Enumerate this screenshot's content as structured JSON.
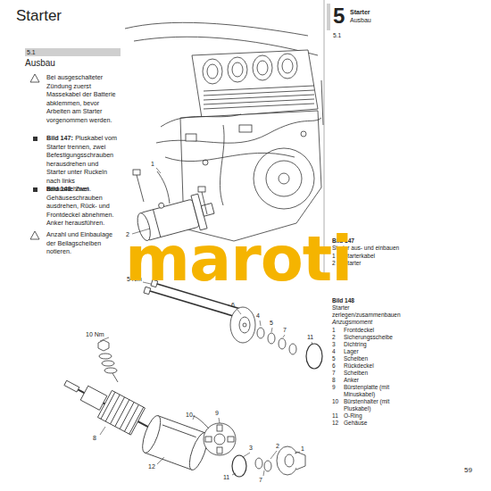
{
  "diagram": {
    "title": "Starter",
    "labels": [
      "5",
      "5.1",
      "Starter",
      "Ausbau",
      "5.1",
      "Ausbau",
      "Bei ausgeschalteter Zündung zuerst Massekabel der Batterie abklemmen, bevor Arbeiten am Starter vorgenommen werden.",
      "Bild 147:",
      "Pluskabel vom Starter trennen, zwei Befestigungsschrauben herausdrehen und Starter unter Ruckeln nach links herausnehmen.",
      "Bild 148:",
      "Zwei Gehäuseschrauben ausdrehen, Rück- und Frontdeckel abnehmen. Anker herausführen.",
      "Anzahl und Einbaulage der Beilagscheiben notieren.",
      "Bild 147",
      "Starter aus- und einbauen",
      "1",
      "Starterkabel",
      "2",
      "Starter",
      "Bild 148",
      "Starter zerlegen/zusammenbauen",
      "Anzugsmoment",
      "1",
      "Frontdeckel",
      "2",
      "Sicherungsscheibe",
      "3",
      "Dichtring",
      "4",
      "Lager",
      "5",
      "Scheiben",
      "6",
      "Rückdeckel",
      "7",
      "Scheiben",
      "8",
      "Anker",
      "9",
      "Bürstenplatte (mit Minuskabel)",
      "10",
      "Bürstenhalter (mit Pluskabel)",
      "11",
      "O-Ring",
      "12",
      "Gehäuse",
      "5 Nm",
      "10 Nm",
      "6",
      "4",
      "5",
      "7",
      "11",
      "8",
      "12",
      "10",
      "9",
      "11",
      "7",
      "1",
      "2",
      "3",
      "1",
      "2",
      "maroti",
      "59"
    ]
  }
}
